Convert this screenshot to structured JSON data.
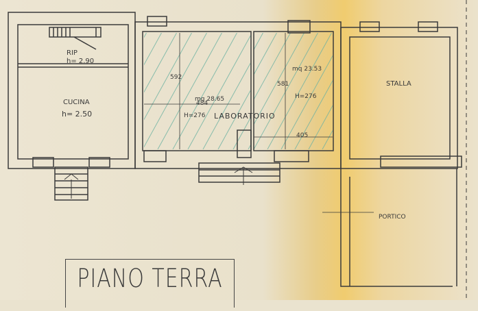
{
  "plan": {
    "title": "PIANO  TERRA",
    "subtitle_cut": "",
    "line_color": "#3a3a3a",
    "hatch_color": "#6fb3a3",
    "rooms": {
      "rip": {
        "name": "RIP",
        "height": "h= 2.90"
      },
      "cucina": {
        "name": "CUCINA",
        "height": "h= 2.50"
      },
      "lab_left": {
        "area": "mq 28.65",
        "height": "H=276",
        "dim_vertical": "592",
        "dim_horizontal": "484"
      },
      "laboratorio": {
        "name": "LABORATORIO"
      },
      "lab_right": {
        "area": "mq 23.53",
        "height": "H=276",
        "dim_vertical": "581",
        "dim_horizontal": "405"
      },
      "stalla": {
        "name": "STALLA"
      },
      "portico": {
        "name": "PORTICO"
      }
    }
  }
}
